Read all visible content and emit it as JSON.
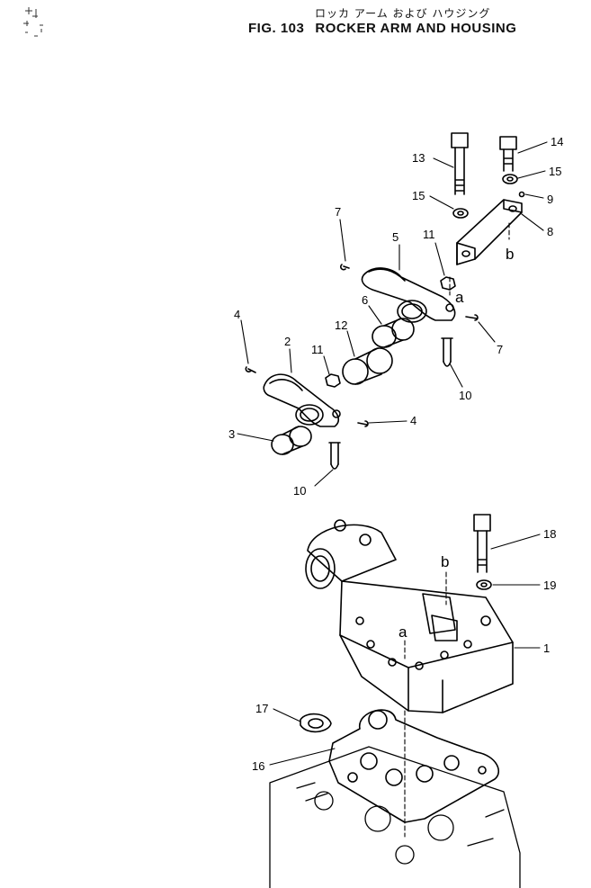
{
  "header": {
    "japanese_title": "ロッカ アーム および ハウジング",
    "figure_number": "FIG. 103",
    "english_title": "ROCKER ARM AND HOUSING"
  },
  "callouts": [
    "1",
    "2",
    "3",
    "4",
    "4",
    "5",
    "6",
    "7",
    "7",
    "8",
    "9",
    "10",
    "10",
    "11",
    "11",
    "12",
    "13",
    "14",
    "15",
    "15",
    "16",
    "17",
    "18",
    "19"
  ],
  "reference_marks": [
    "a",
    "a",
    "b",
    "b"
  ]
}
